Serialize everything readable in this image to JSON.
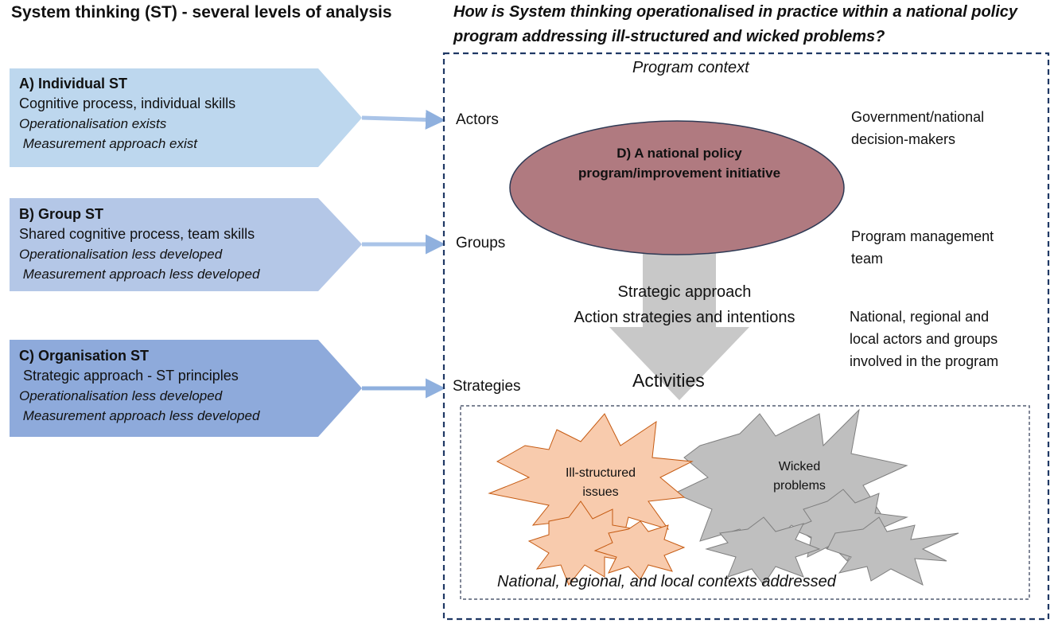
{
  "titles": {
    "left": "System thinking  (ST) - several levels of analysis",
    "right": "How is System thinking operationalised  in practice within a national policy program addressing ill-structured and wicked problems?"
  },
  "levels": [
    {
      "heading": "A) Individual ST",
      "line1": "Cognitive process, individual skills",
      "line2": "Operationalisation exists",
      "line3": " Measurement approach exist",
      "color": "#bdd7ee"
    },
    {
      "heading": "B) Group ST",
      "line1": "Shared cognitive process, team skills",
      "line2": "Operationalisation less developed",
      "line3": " Measurement approach less developed",
      "color": "#b4c7e7"
    },
    {
      "heading": "C) Organisation ST",
      "line1": " Strategic approach - ST principles",
      "line2": "Operationalisation less developed",
      "line3": " Measurement approach less developed",
      "color": "#8eaadb"
    }
  ],
  "program": {
    "context_label": "Program context",
    "left_labels": [
      "Actors",
      "Groups",
      "Strategies"
    ],
    "ellipse_text": "D) A national policy program/improvement initiative",
    "ellipse_color": "#b07a80",
    "strategy_line1": "Strategic approach",
    "strategy_line2": "Action strategies and intentions",
    "activities": "Activities",
    "right_labels": [
      "Government/national decision-makers",
      "Program management team",
      "National, regional and local actors and groups involved in the program"
    ],
    "stars": {
      "ill_structured": "Ill-structured issues",
      "wicked": "Wicked problems",
      "ill_color": "#f8cbad",
      "wicked_color": "#bfbfbf"
    },
    "contexts": "National, regional, and local contexts addressed",
    "border_color": "#1f3864"
  }
}
